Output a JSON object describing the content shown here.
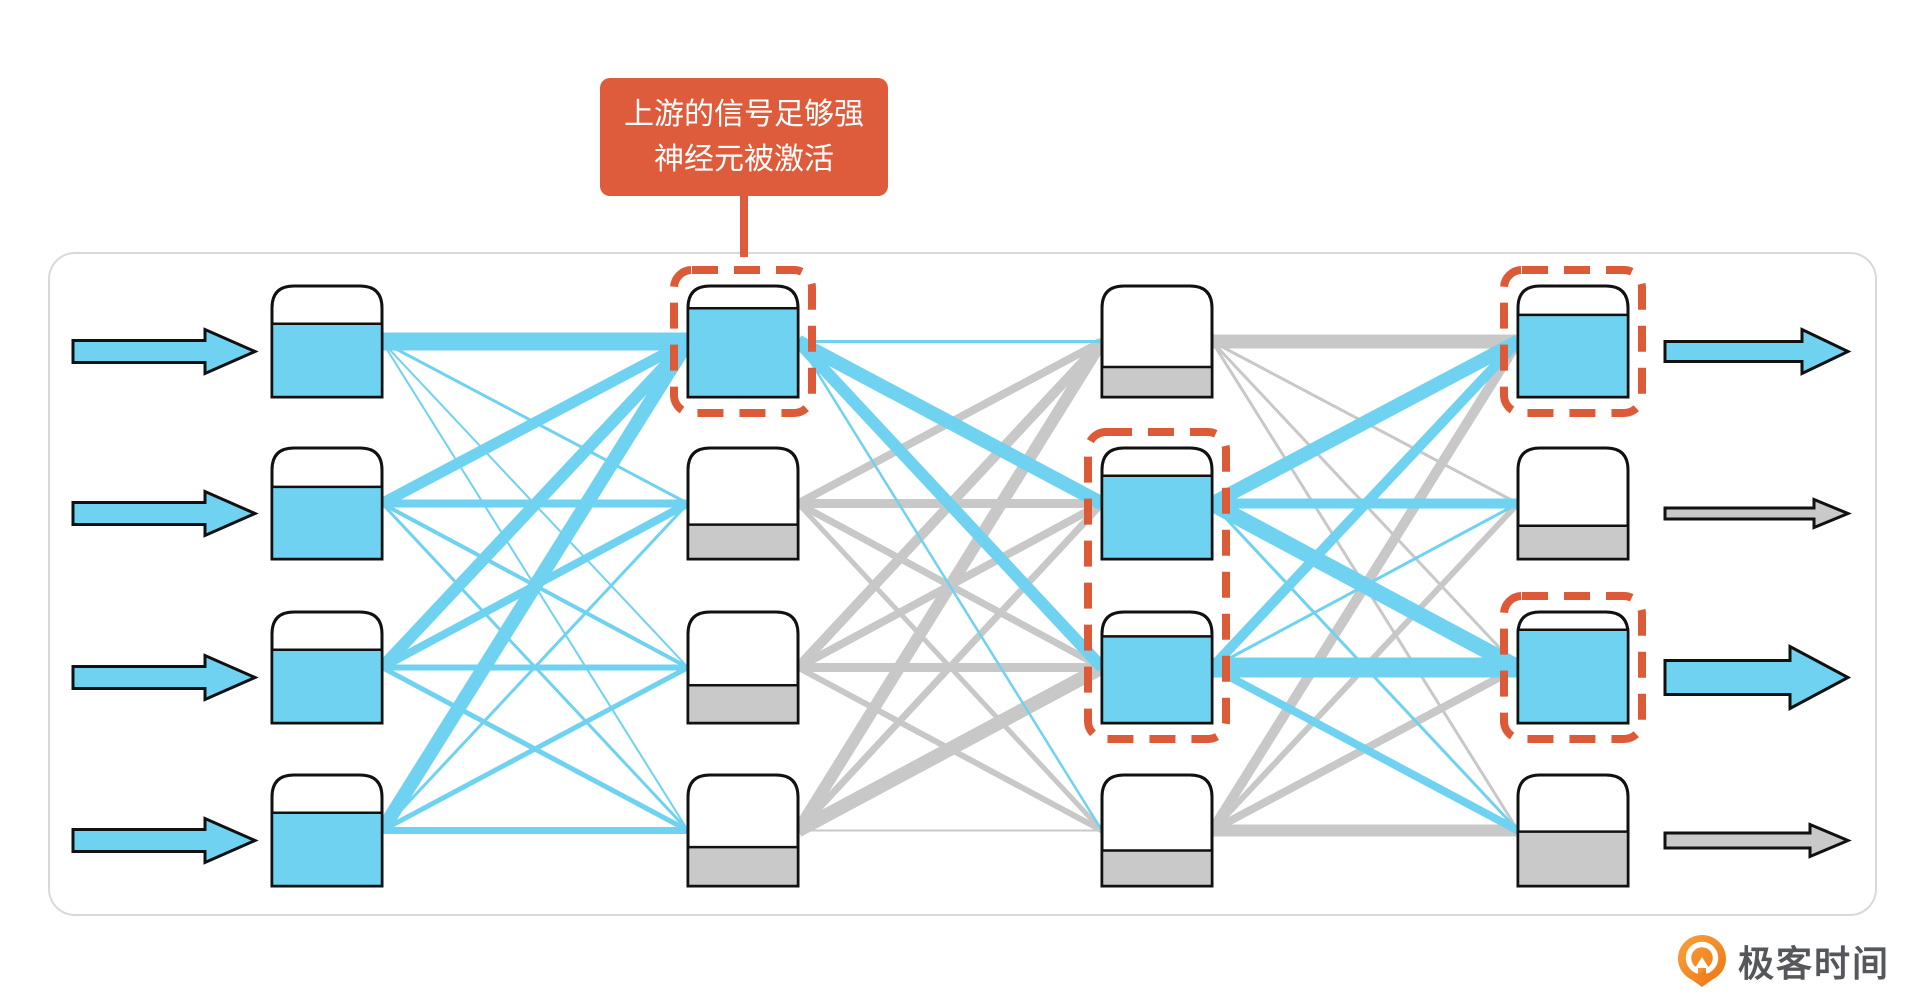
{
  "callout": {
    "line1": "上游的信号足够强",
    "line2": "神经元被激活"
  },
  "logo": {
    "text": "极客时间"
  },
  "colors": {
    "active_blue": "#6FD2F0",
    "inactive_gray_fill": "#C9C9C9",
    "edge_gray": "#C8C8C8",
    "highlight_orange": "#DD5A38",
    "callout_bg": "#DE5B3B",
    "neuron_stroke": "#111111",
    "frame_border": "#D9D9D9",
    "logo_orange": "#F08224",
    "logo_text": "#56575B"
  },
  "diagram": {
    "type": "feedforward-neural-network",
    "layers": [
      {
        "name": "input-layer",
        "neurons": [
          {
            "level": 0.66,
            "active": true
          },
          {
            "level": 0.65,
            "active": true
          },
          {
            "level": 0.66,
            "active": true
          },
          {
            "level": 0.66,
            "active": true
          }
        ]
      },
      {
        "name": "hidden-layer-1",
        "neurons": [
          {
            "level": 0.8,
            "active": true
          },
          {
            "level": 0.31,
            "active": false
          },
          {
            "level": 0.34,
            "active": false
          },
          {
            "level": 0.35,
            "active": false
          }
        ]
      },
      {
        "name": "hidden-layer-2",
        "neurons": [
          {
            "level": 0.27,
            "active": false
          },
          {
            "level": 0.75,
            "active": true
          },
          {
            "level": 0.78,
            "active": true
          },
          {
            "level": 0.32,
            "active": false
          }
        ]
      },
      {
        "name": "output-layer",
        "neurons": [
          {
            "level": 0.74,
            "active": true
          },
          {
            "level": 0.3,
            "active": false
          },
          {
            "level": 0.84,
            "active": true
          },
          {
            "level": 0.49,
            "active": false
          }
        ]
      }
    ],
    "highlights": [
      {
        "layer": 1,
        "rows": [
          0
        ]
      },
      {
        "layer": 2,
        "rows": [
          1,
          2
        ]
      },
      {
        "layer": 3,
        "rows": [
          0
        ]
      },
      {
        "layer": 3,
        "rows": [
          2
        ]
      }
    ],
    "input_arrows": [
      {
        "active": true,
        "body": 22,
        "headH": 44,
        "headL": 50
      },
      {
        "active": true,
        "body": 22,
        "headH": 44,
        "headL": 50
      },
      {
        "active": true,
        "body": 22,
        "headH": 44,
        "headL": 50
      },
      {
        "active": true,
        "body": 22,
        "headH": 44,
        "headL": 50
      }
    ],
    "output_arrows": [
      {
        "active": true,
        "body": 20,
        "headH": 44,
        "headL": 46
      },
      {
        "active": false,
        "body": 11,
        "headH": 28,
        "headL": 34
      },
      {
        "active": true,
        "body": 34,
        "headH": 62,
        "headL": 58
      },
      {
        "active": false,
        "body": 15,
        "headH": 32,
        "headL": 38
      }
    ],
    "edges": [
      [
        0,
        0,
        0,
        18
      ],
      [
        0,
        1,
        0,
        11
      ],
      [
        0,
        2,
        0,
        12
      ],
      [
        0,
        3,
        0,
        14
      ],
      [
        0,
        0,
        1,
        3
      ],
      [
        0,
        1,
        1,
        8
      ],
      [
        0,
        2,
        1,
        8
      ],
      [
        0,
        3,
        1,
        3
      ],
      [
        0,
        0,
        2,
        2
      ],
      [
        0,
        1,
        2,
        4
      ],
      [
        0,
        2,
        2,
        6
      ],
      [
        0,
        3,
        2,
        5
      ],
      [
        0,
        0,
        3,
        2
      ],
      [
        0,
        1,
        3,
        3
      ],
      [
        0,
        2,
        3,
        5
      ],
      [
        0,
        3,
        3,
        7
      ],
      [
        1,
        0,
        0,
        3
      ],
      [
        1,
        0,
        1,
        14
      ],
      [
        1,
        0,
        2,
        12
      ],
      [
        1,
        0,
        3,
        2.5
      ],
      [
        1,
        1,
        0,
        8
      ],
      [
        1,
        1,
        1,
        9
      ],
      [
        1,
        1,
        2,
        7
      ],
      [
        1,
        1,
        3,
        5
      ],
      [
        1,
        2,
        0,
        10
      ],
      [
        1,
        2,
        1,
        8
      ],
      [
        1,
        2,
        2,
        9
      ],
      [
        1,
        2,
        3,
        6
      ],
      [
        1,
        3,
        0,
        12
      ],
      [
        1,
        3,
        1,
        7
      ],
      [
        1,
        3,
        2,
        14
      ],
      [
        1,
        3,
        3,
        2
      ],
      [
        2,
        0,
        0,
        14
      ],
      [
        2,
        0,
        1,
        3
      ],
      [
        2,
        0,
        2,
        3
      ],
      [
        2,
        0,
        3,
        3
      ],
      [
        2,
        1,
        0,
        14
      ],
      [
        2,
        1,
        1,
        10
      ],
      [
        2,
        1,
        2,
        16
      ],
      [
        2,
        1,
        3,
        3
      ],
      [
        2,
        2,
        0,
        10
      ],
      [
        2,
        2,
        1,
        3
      ],
      [
        2,
        2,
        2,
        20
      ],
      [
        2,
        2,
        3,
        8
      ],
      [
        2,
        3,
        0,
        10
      ],
      [
        2,
        3,
        1,
        6
      ],
      [
        2,
        3,
        2,
        8
      ],
      [
        2,
        3,
        3,
        12
      ]
    ]
  }
}
